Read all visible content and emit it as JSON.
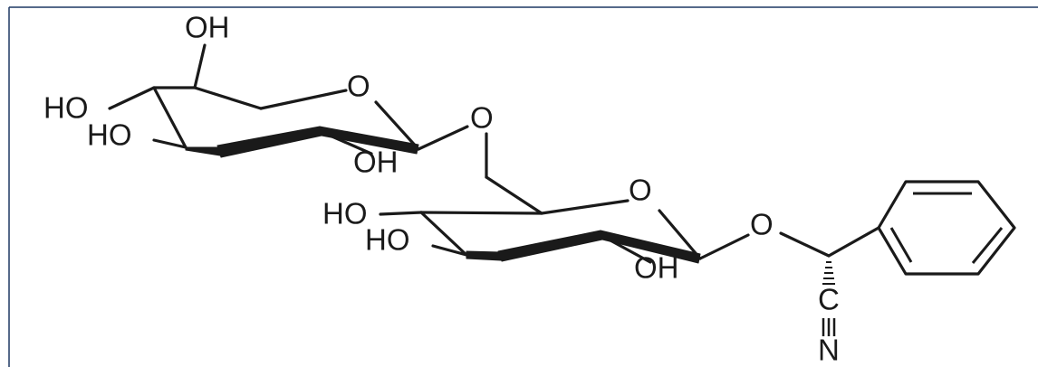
{
  "molecule": {
    "labels": {
      "oh_top": "OH",
      "ho_left_upper": "HO",
      "ho_left_lower": "HO",
      "oh_bottom_upper": "OH",
      "ring_o_upper": "O",
      "glyco_o": "O",
      "ho_mid_upper": "HO",
      "ho_mid_lower": "HO",
      "oh_bottom_lower": "OH",
      "ring_o_lower": "O",
      "aglycone_o": "O",
      "nitrile_c": "C",
      "nitrile_n": "N"
    },
    "colors": {
      "ink": "#1a1a1a",
      "frame": "#1f3864"
    }
  }
}
